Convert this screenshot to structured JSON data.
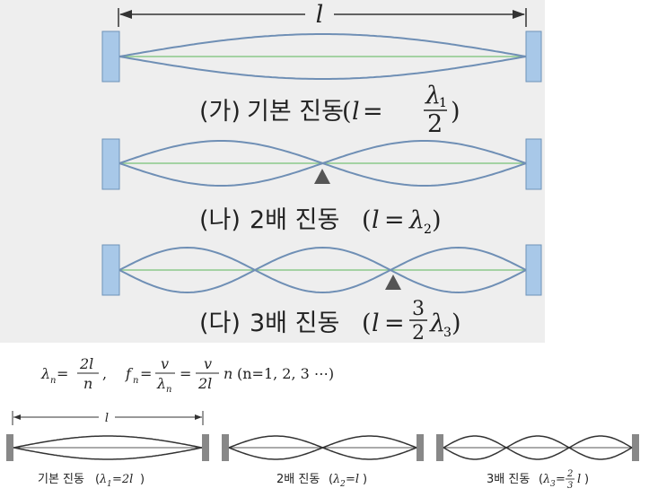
{
  "top": {
    "length_symbol": "l",
    "captions": [
      {
        "marker": "(가)",
        "text": "기본 진동",
        "paren_open": "(",
        "math_lhs": "l",
        "eq": "=",
        "num": "λ",
        "num_sub": "1",
        "den": "2",
        "paren_close": ")"
      },
      {
        "marker": "(나)",
        "text": "2배 진동",
        "paren_open": "(",
        "math_lhs": "l",
        "eq": "=",
        "rhs": "λ",
        "rhs_sub": "2",
        "paren_close": ")"
      },
      {
        "marker": "(다)",
        "text": "3배 진동",
        "paren_open": "(",
        "math_lhs": "l",
        "eq": "=",
        "num": "3",
        "den": "2",
        "rhs": "λ",
        "rhs_sub": "3",
        "paren_close": ")"
      }
    ],
    "modes": [
      1,
      2,
      3
    ]
  },
  "formula": {
    "lambda": "λ",
    "sub_n": "n",
    "eq": "=",
    "num1": "2l",
    "den1": "n",
    "comma": ",",
    "f": "f",
    "num2": "v",
    "den2_l": "λ",
    "den2_sub": "n",
    "num3": "v",
    "den3": "2l",
    "tail_n": "n",
    "cond": "(n=1, 2, 3 ⋯)"
  },
  "bottom": {
    "length_symbol": "l",
    "captions": [
      {
        "text": "기본 진동",
        "open": "(",
        "sym": "λ",
        "sub": "1",
        "rhs": "=2l",
        "close": ")"
      },
      {
        "text": "2배 진동",
        "open": "(",
        "sym": "λ",
        "sub": "2",
        "rhs": "=l",
        "close": ")"
      },
      {
        "text": "3배 진동",
        "open": "(",
        "sym": "λ",
        "sub": "3",
        "eq": "=",
        "num": "2",
        "den": "3",
        "tail": "l",
        "close": ")"
      }
    ]
  },
  "colors": {
    "wall": "#a8c8e8",
    "wall_stroke": "#6e93b8",
    "wave": "#6f8fb5",
    "axis": "#8cc88a",
    "node": "#555555",
    "bottom_wall": "#888888",
    "bottom_wave": "#333333"
  }
}
